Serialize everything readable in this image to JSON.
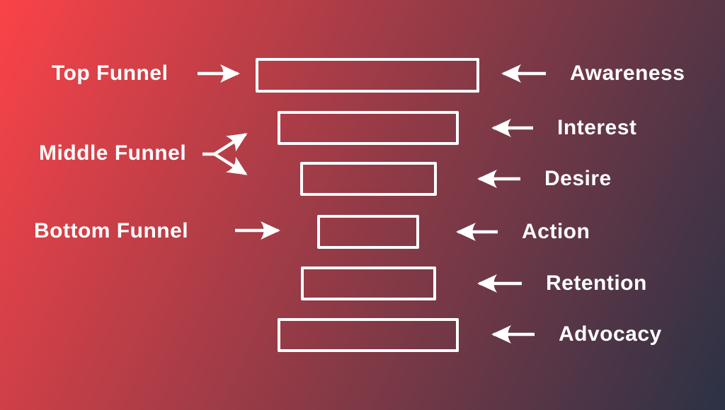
{
  "diagram": {
    "left_labels": [
      {
        "label": "Top Funnel"
      },
      {
        "label": "Middle Funnel"
      },
      {
        "label": "Bottom Funnel"
      }
    ],
    "stages": [
      {
        "label": "Awareness"
      },
      {
        "label": "Interest"
      },
      {
        "label": "Desire"
      },
      {
        "label": "Action"
      },
      {
        "label": "Retention"
      },
      {
        "label": "Advocacy"
      }
    ],
    "colors": {
      "background_gradient_start": "#fa4348",
      "background_gradient_end": "#2b3245",
      "outline": "#ffffff",
      "text": "#ffffff"
    }
  }
}
